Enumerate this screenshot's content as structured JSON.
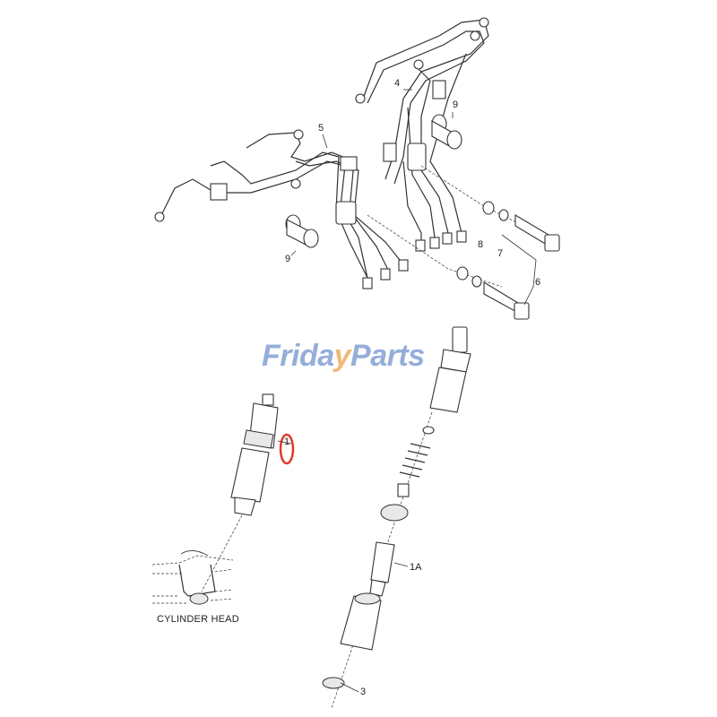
{
  "diagram": {
    "callouts": {
      "fuel_line_set_a": "4",
      "fuel_line_set_b": "5",
      "spacer_upper": "9",
      "spacer_lower": "9",
      "washer": "8",
      "lock_washer": "7",
      "bolt": "6",
      "injector": "1",
      "nozzle": "1A",
      "sealing_washer": "3"
    },
    "caption": "CYLINDER HEAD",
    "highlight_color": "#e03a2a",
    "watermark": {
      "part1": "Frida",
      "part2": "y",
      "part3": "Parts"
    },
    "watermark_colors": {
      "text": "#8aa6d6",
      "accent": "#f0b26a"
    }
  }
}
